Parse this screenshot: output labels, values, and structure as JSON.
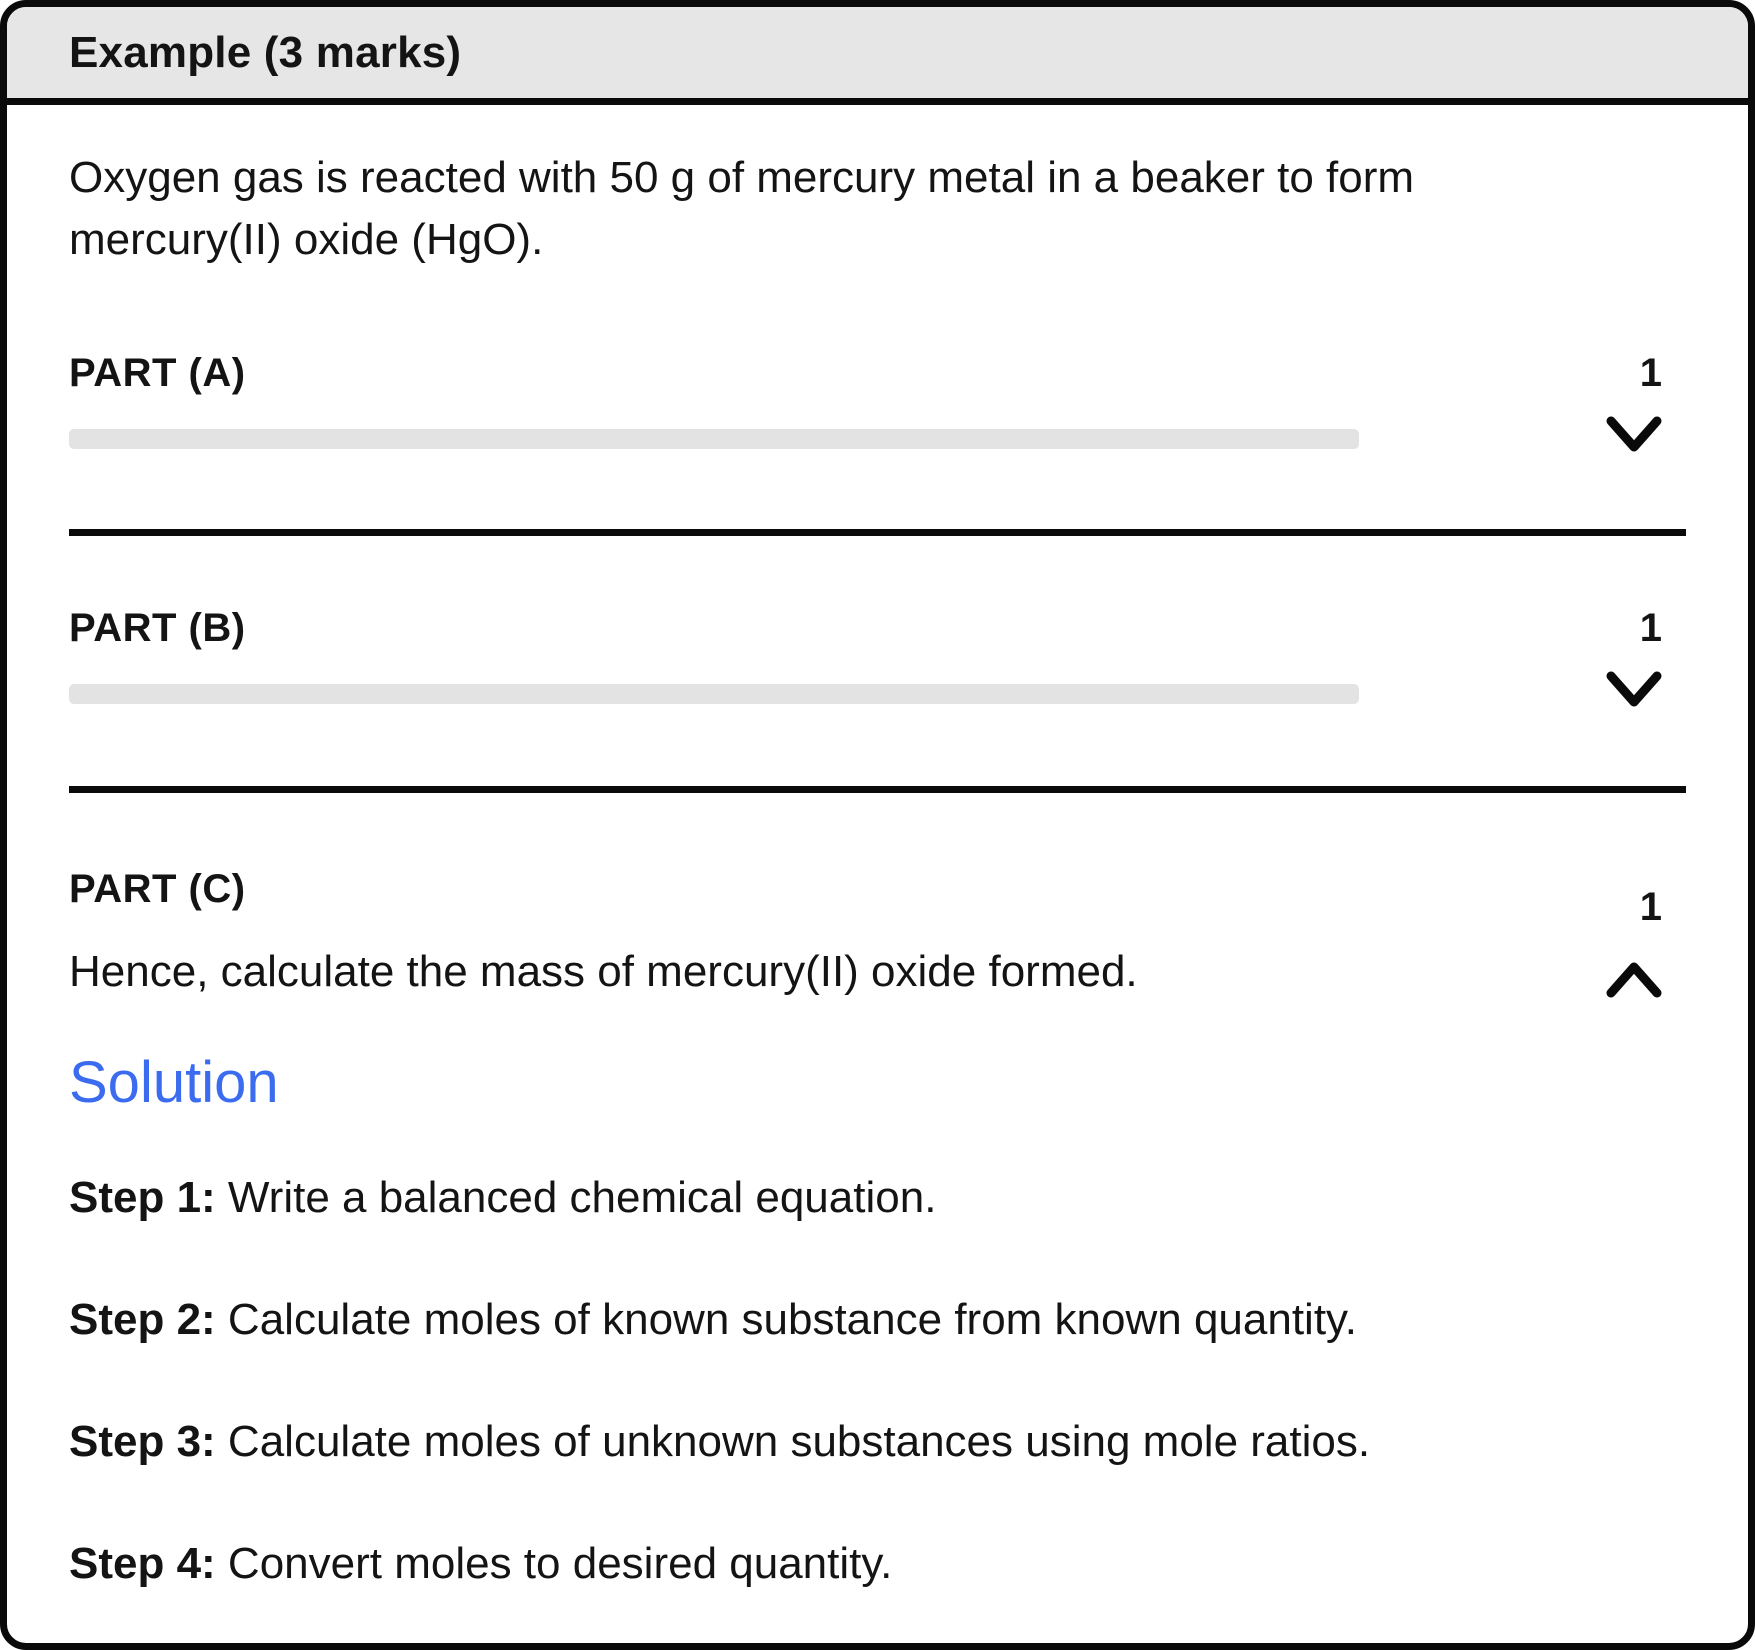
{
  "header": {
    "title": "Example (3 marks)"
  },
  "question": "Oxygen gas is reacted with 50 g of mercury metal in a beaker to form mercury(II) oxide (HgO).",
  "parts": [
    {
      "label": "PART (A)",
      "marks": "1",
      "state": "collapsed",
      "icon": "chevron-down"
    },
    {
      "label": "PART (B)",
      "marks": "1",
      "state": "collapsed",
      "icon": "chevron-down"
    },
    {
      "label": "PART (C)",
      "marks": "1",
      "state": "expanded",
      "icon": "chevron-up",
      "question": "Hence, calculate the mass of mercury(II) oxide formed."
    }
  ],
  "solution": {
    "heading": "Solution",
    "steps": [
      {
        "label": "Step 1:",
        "text": " Write a balanced chemical equation."
      },
      {
        "label": "Step 2:",
        "text": " Calculate moles of known substance from known quantity."
      },
      {
        "label": "Step 3:",
        "text": " Calculate moles of unknown substances using mole ratios."
      },
      {
        "label": "Step 4:",
        "text": " Convert moles to desired quantity."
      }
    ]
  },
  "colors": {
    "accent_blue": "#3B6CF0",
    "header_bg": "#E6E6E6",
    "skeleton_bar": "#E3E3E3",
    "border_black": "#0A0A0A",
    "text": "#141414"
  }
}
